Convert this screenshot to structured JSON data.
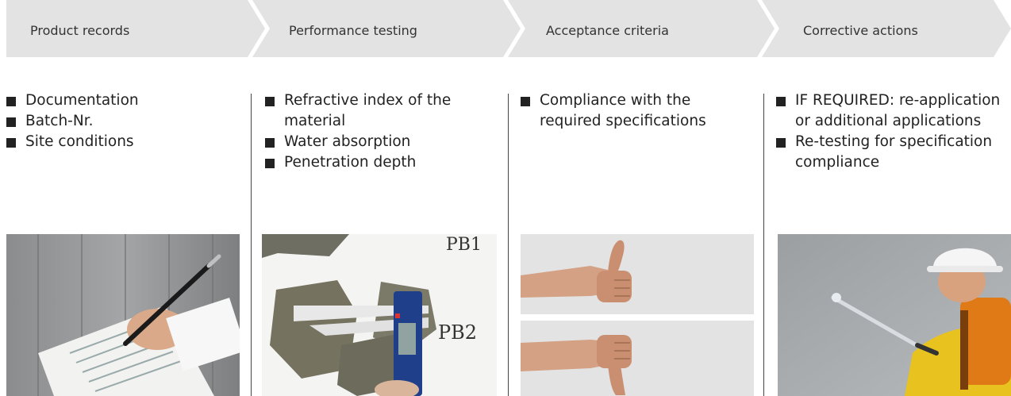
{
  "steps": [
    {
      "label": "Product records",
      "items": [
        "Documentation",
        "Batch-Nr.",
        "Site conditions"
      ],
      "image": "hand-writing-on-clipboard"
    },
    {
      "label": "Performance testing",
      "items": [
        "Refractive index of the material",
        "Water absorption",
        "Penetration depth"
      ],
      "image": "caliper-measuring-concrete-sample",
      "photo_annotations": [
        "PB1",
        "PB2"
      ]
    },
    {
      "label": "Acceptance criteria",
      "items": [
        "Compliance with the required specifications"
      ],
      "image": "thumbs-up-and-thumbs-down"
    },
    {
      "label": "Corrective actions",
      "items": [
        "IF REQUIRED: re-application or additional applications",
        "Re-testing for specification compliance"
      ],
      "image": "worker-spraying-wall"
    }
  ],
  "colors": {
    "chevron_fill": "#e3e3e3",
    "divider": "#444444",
    "text": "#222222",
    "bullet": "#222222"
  }
}
